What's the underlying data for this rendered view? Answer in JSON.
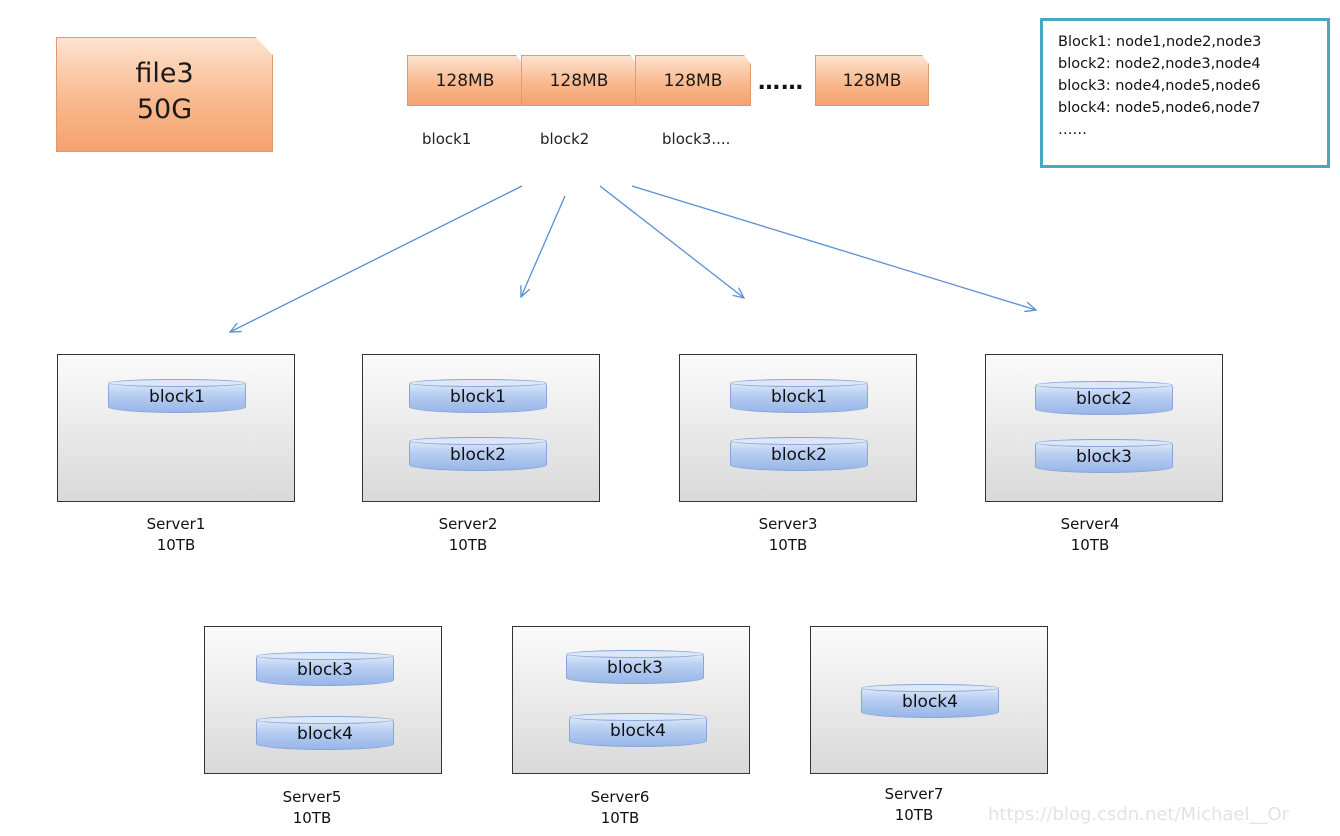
{
  "file": {
    "name": "file3",
    "size": "50G"
  },
  "chunks": {
    "c1": "128MB",
    "c2": "128MB",
    "c3": "128MB",
    "c4": "128MB",
    "ellipsis": "……"
  },
  "block_labels": {
    "b1": "block1",
    "b2": "block2",
    "b3": "block3...."
  },
  "legend": {
    "lines": [
      "Block1: node1,node2,node3",
      "block2: node2,node3,node4",
      "block3: node4,node5,node6",
      "block4: node5,node6,node7",
      "……"
    ]
  },
  "servers": [
    {
      "name": "Server1",
      "capacity": "10TB",
      "blocks": [
        "block1"
      ]
    },
    {
      "name": "Server2",
      "capacity": "10TB",
      "blocks": [
        "block1",
        "block2"
      ]
    },
    {
      "name": "Server3",
      "capacity": "10TB",
      "blocks": [
        "block1",
        "block2"
      ]
    },
    {
      "name": "Server4",
      "capacity": "10TB",
      "blocks": [
        "block2",
        "block3"
      ]
    },
    {
      "name": "Server5",
      "capacity": "10TB",
      "blocks": [
        "block3",
        "block4"
      ]
    },
    {
      "name": "Server6",
      "capacity": "10TB",
      "blocks": [
        "block3",
        "block4"
      ]
    },
    {
      "name": "Server7",
      "capacity": "10TB",
      "blocks": [
        "block4"
      ]
    }
  ],
  "watermark": "https://blog.csdn.net/Michael__Or",
  "colors": {
    "file_fill": "#f9b98e",
    "cylinder_fill": "#bcd1f2",
    "legend_border": "#4ba6bf",
    "arrow": "#5b8fd0"
  }
}
